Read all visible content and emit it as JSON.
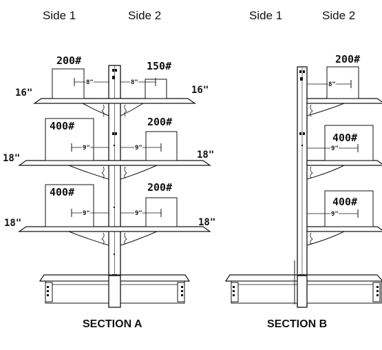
{
  "labels": {
    "a_side1": "Side 1",
    "a_side2": "Side 2",
    "b_side1": "Side 1",
    "b_side2": "Side 2",
    "section_a": "SECTION A",
    "section_b": "SECTION B"
  },
  "section_a": {
    "left": [
      {
        "load": "200#",
        "depth": "16\"",
        "distance": "8\""
      },
      {
        "load": "400#",
        "depth": "18\"",
        "distance": "9\""
      },
      {
        "load": "400#",
        "depth": "18\"",
        "distance": "9\""
      }
    ],
    "right": [
      {
        "load": "150#",
        "depth": "16\"",
        "distance": "8\""
      },
      {
        "load": "200#",
        "depth": "18\"",
        "distance": "9\""
      },
      {
        "load": "200#",
        "depth": "18\"",
        "distance": "9\""
      }
    ]
  },
  "section_b": {
    "right": [
      {
        "load": "200#",
        "distance": "8\""
      },
      {
        "load": "400#",
        "distance": "9\""
      },
      {
        "load": "400#",
        "distance": "9\""
      }
    ]
  }
}
